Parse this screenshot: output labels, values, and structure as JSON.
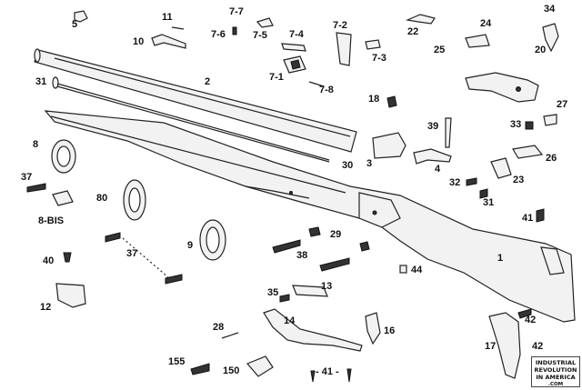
{
  "labels": {
    "l5": "5",
    "l11": "11",
    "l10": "10",
    "l7_7": "7-7",
    "l7_6": "7-6",
    "l7_5": "7-5",
    "l7_4": "7-4",
    "l7_2": "7-2",
    "l7_1": "7-1",
    "l7_3": "7-3",
    "l7_8": "7-8",
    "l22": "22",
    "l24": "24",
    "l25": "25",
    "l34": "34",
    "l20": "20",
    "l2": "2",
    "l31a": "31",
    "l18": "18",
    "l27": "27",
    "l33": "33",
    "l39": "39",
    "l8": "8",
    "l3": "3",
    "l4": "4",
    "l26": "26",
    "l30": "30",
    "l37a": "37",
    "l32": "32",
    "l23": "23",
    "l31b": "31",
    "l80": "80",
    "l8bis": "8-BIS",
    "l41a": "41",
    "l29": "29",
    "l9": "9",
    "l37b": "37",
    "l38": "38",
    "l1": "1",
    "l40": "40",
    "l44": "44",
    "l13": "13",
    "l35": "35",
    "l12": "12",
    "l14": "14",
    "l42a": "42",
    "l28": "28",
    "l16": "16",
    "l17": "17",
    "l42b": "42",
    "l155": "155",
    "l150": "150",
    "l41b": "- 41 -"
  },
  "logo": {
    "line1": "INDUSTRIAL",
    "line2": "REVOLUTION",
    "line3": "IN AMERICA",
    "line4": ".COM"
  }
}
